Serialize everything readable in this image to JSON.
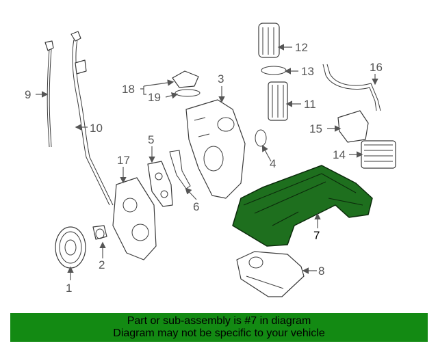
{
  "callouts": {
    "c1": "1",
    "c2": "2",
    "c3": "3",
    "c4": "4",
    "c5": "5",
    "c6": "6",
    "c7": "7",
    "c8": "8",
    "c9": "9",
    "c10": "10",
    "c11": "11",
    "c12": "12",
    "c13": "13",
    "c14": "14",
    "c15": "15",
    "c16": "16",
    "c17": "17",
    "c18": "18",
    "c19": "19"
  },
  "highlighted_part": "7",
  "colors": {
    "highlight": "#1e6f1e",
    "footer_bg": "#138a13"
  },
  "footer": {
    "line1": "Part or sub-assembly is #7 in diagram",
    "line2": "Diagram may not be specific to your vehicle"
  }
}
